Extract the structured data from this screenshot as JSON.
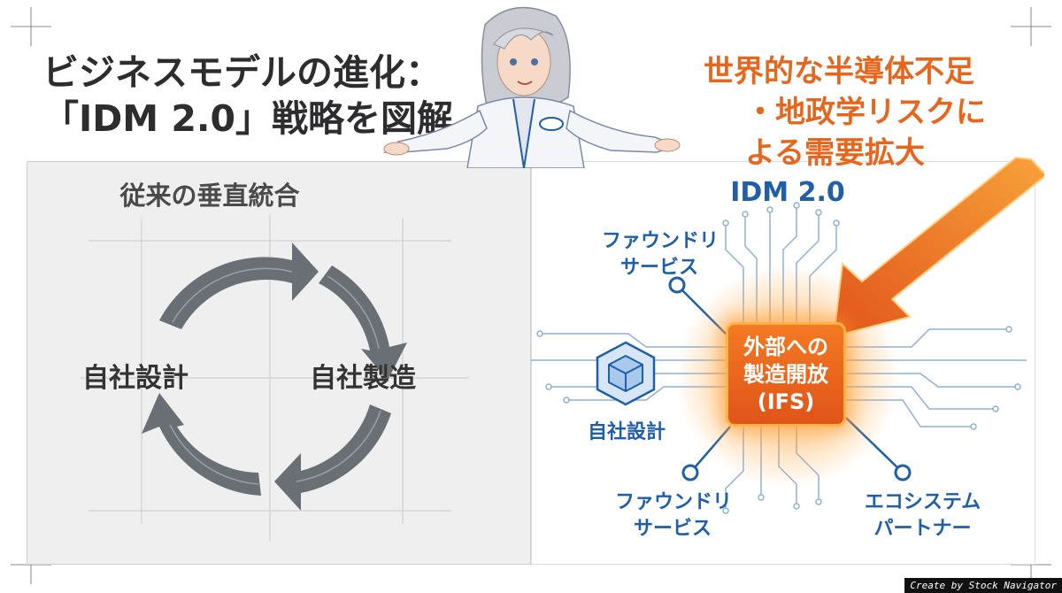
{
  "title": {
    "line1": "ビジネスモデルの進化：",
    "line2": "「IDM 2.0」戦略を図解"
  },
  "left_panel": {
    "heading": "従来の垂直統合",
    "label_left": "自社設計",
    "label_right": "自社製造"
  },
  "right_panel": {
    "heading": "IDM 2.0",
    "risk_text": {
      "line1": "世界的な半導体不足",
      "line2": "・地政学リスクに",
      "line3": "よる需要拡大"
    },
    "center_box": {
      "line1": "外部への",
      "line2": "製造開放",
      "line3": "(IFS)"
    },
    "node_top": {
      "line1": "ファウンドリ",
      "line2": "サービス"
    },
    "node_left": {
      "label": "自社設計"
    },
    "node_bottom_left": {
      "line1": "ファウンドリ",
      "line2": "サービス"
    },
    "node_bottom_right": {
      "line1": "エコシステム",
      "line2": "パートナー"
    }
  },
  "credit": "Create by Stock Navigator",
  "colors": {
    "title": "#2d2d30",
    "accent_blue": "#1f5ea8",
    "accent_orange": "#e8651c",
    "cycle_arrow": "#6a6f75"
  }
}
